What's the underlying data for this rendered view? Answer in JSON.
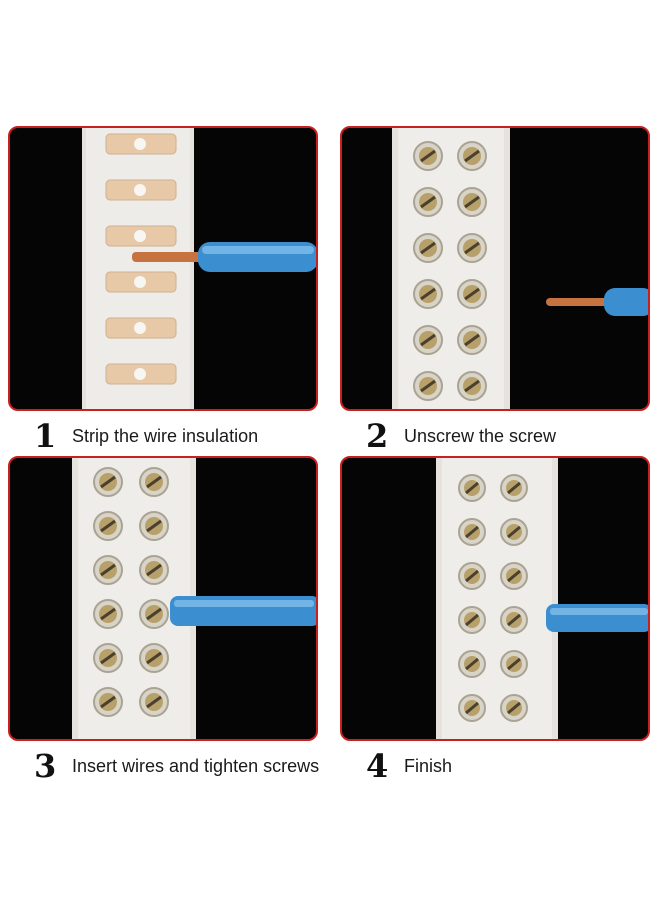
{
  "steps": [
    {
      "number": "1",
      "label": "Strip the wire insulation"
    },
    {
      "number": "2",
      "label": "Unscrew the screw"
    },
    {
      "number": "3",
      "label": "Insert wires and tighten screws"
    },
    {
      "number": "4",
      "label": "Finish"
    }
  ],
  "colors": {
    "panel_border": "#c8201e",
    "panel_bg": "#050505",
    "strip": "#e9e7e3",
    "wire_insulation": "#3b8fd0",
    "copper": "#c7733f",
    "screw": "#b7a06a"
  },
  "icons": [
    "terminal-strip-image",
    "blue-wire-image",
    "screw-icon"
  ]
}
